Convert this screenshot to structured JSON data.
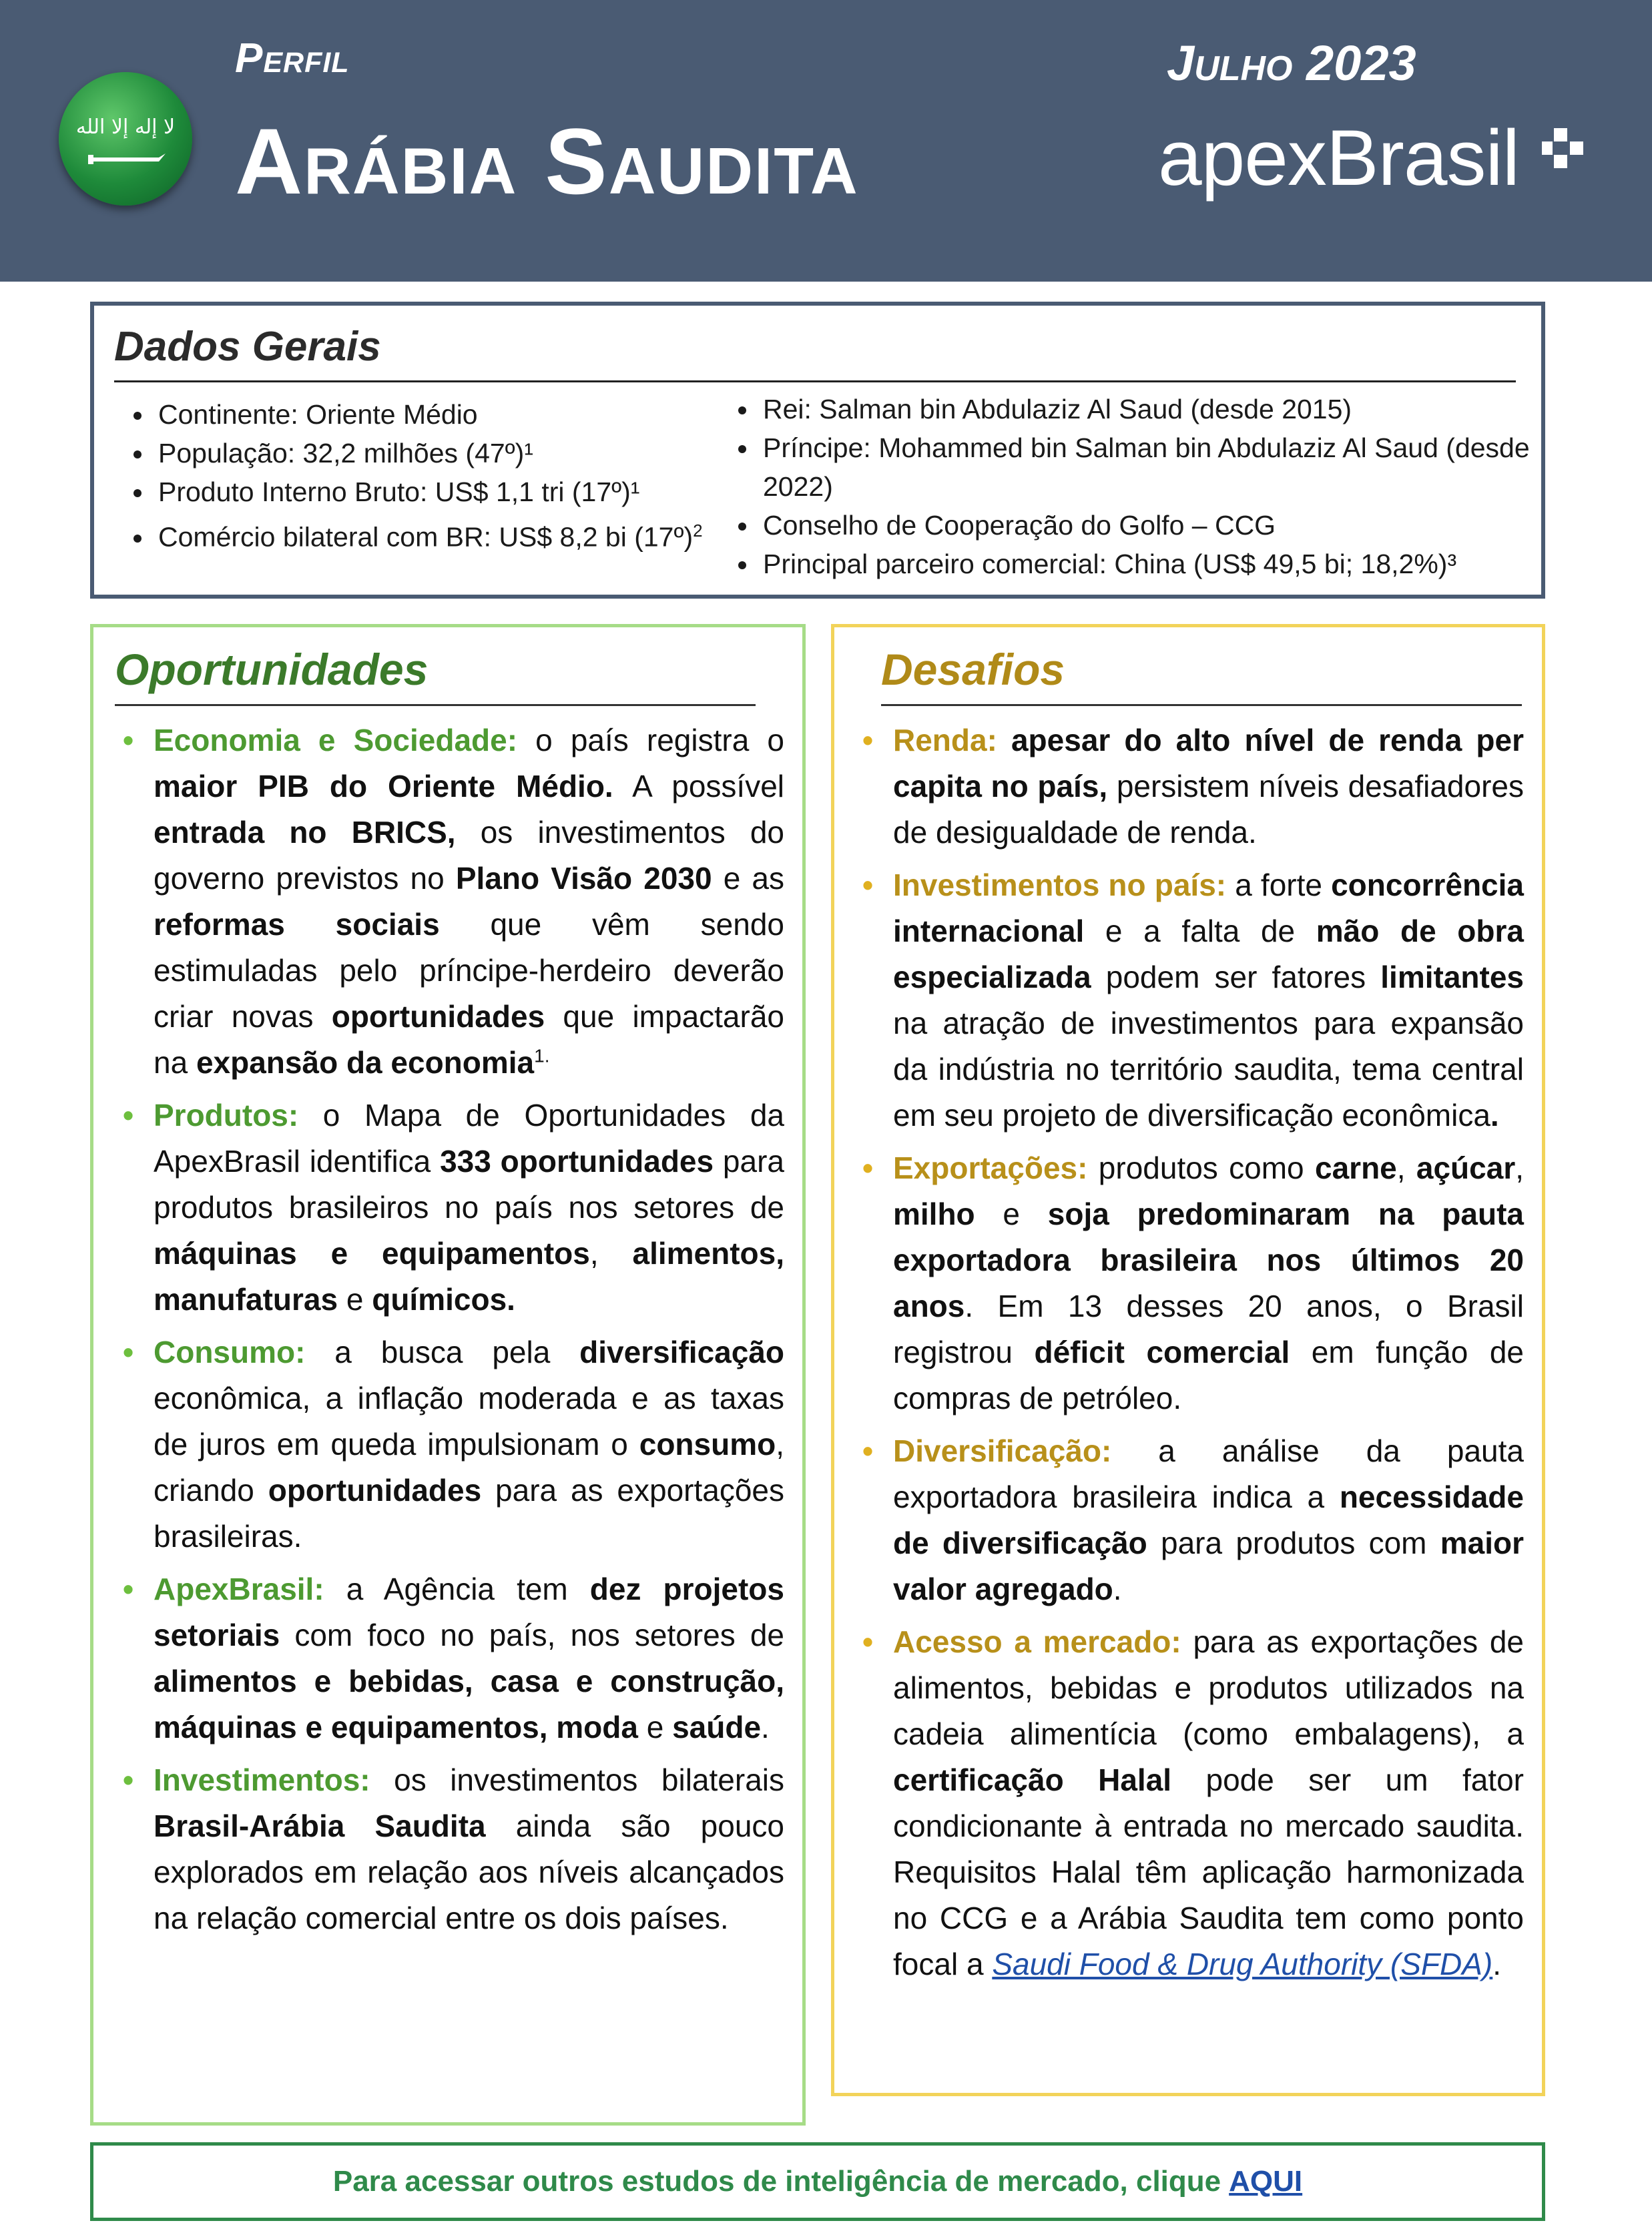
{
  "header": {
    "label": "Perfil",
    "country": "Arábia Saudita",
    "date": "Julho 2023",
    "logo_text": "apexBrasil",
    "flag_colors": {
      "green": "#1e8a3a",
      "white": "#ffffff"
    },
    "background": "#4a5b73"
  },
  "dados_gerais": {
    "title": "Dados Gerais",
    "col1": [
      {
        "text": "Continente: Oriente Médio"
      },
      {
        "text": "População: 32,2 milhões (47º)¹"
      },
      {
        "text": "Produto Interno Bruto: US$ 1,1 tri (17º)¹"
      },
      {
        "text": "Comércio bilateral com BR: US$ 8,2 bi (17º)",
        "sup": "2"
      }
    ],
    "col2": [
      {
        "text": "Rei: Salman bin Abdulaziz Al Saud (desde 2015)"
      },
      {
        "text": "Príncipe: Mohammed bin Salman bin Abdulaziz Al Saud (desde 2022)"
      },
      {
        "text": "Conselho de Cooperação do Golfo – CCG"
      },
      {
        "text": "Principal parceiro comercial: China (US$ 49,5 bi; 18,2%)³"
      }
    ]
  },
  "oportunidades": {
    "title": "Oportunidades",
    "items": [
      {
        "lead": "Economia e Sociedade:",
        "parts": [
          {
            "t": " o país registra o "
          },
          {
            "t": "maior PIB do Oriente Médio.",
            "b": true
          },
          {
            "t": " A possível "
          },
          {
            "t": "entrada no BRICS,",
            "b": true
          },
          {
            "t": " os investimentos do governo previstos no "
          },
          {
            "t": "Plano Visão 2030",
            "b": true
          },
          {
            "t": "  e as "
          },
          {
            "t": "reformas sociais",
            "b": true
          },
          {
            "t": " que vêm sendo estimuladas pelo príncipe-herdeiro deverão criar novas "
          },
          {
            "t": "oportunidades",
            "b": true
          },
          {
            "t": " que impactarão na "
          },
          {
            "t": "expansão da economia",
            "b": true
          },
          {
            "t": "1.",
            "sup": true
          }
        ]
      },
      {
        "lead": "Produtos:",
        "parts": [
          {
            "t": " o Mapa de Oportunidades da ApexBrasil identifica "
          },
          {
            "t": "333 oportunidades",
            "b": true
          },
          {
            "t": " para produtos brasileiros no país nos setores de "
          },
          {
            "t": "máquinas e equipamentos",
            "b": true
          },
          {
            "t": ", "
          },
          {
            "t": "alimentos, manufaturas",
            "b": true
          },
          {
            "t": " e "
          },
          {
            "t": "químicos.",
            "b": true
          }
        ]
      },
      {
        "lead": "Consumo:",
        "parts": [
          {
            "t": " a busca pela "
          },
          {
            "t": "diversificação",
            "b": true
          },
          {
            "t": " econômica, a inflação moderada e as taxas de juros em queda impulsionam o "
          },
          {
            "t": "consumo",
            "b": true
          },
          {
            "t": ", criando "
          },
          {
            "t": "oportunidades",
            "b": true
          },
          {
            "t": " para as exportações brasileiras."
          }
        ]
      },
      {
        "lead": "ApexBrasil:",
        "parts": [
          {
            "t": " a Agência tem "
          },
          {
            "t": "dez projetos setoriais",
            "b": true
          },
          {
            "t": " com foco no país, nos setores de "
          },
          {
            "t": "alimentos e bebidas, casa e construção, máquinas e equipamentos, moda",
            "b": true
          },
          {
            "t": " e "
          },
          {
            "t": "saúde",
            "b": true
          },
          {
            "t": "."
          }
        ]
      },
      {
        "lead": "Investimentos:",
        "parts": [
          {
            "t": " os investimentos bilaterais "
          },
          {
            "t": "Brasil-Arábia Saudita",
            "b": true
          },
          {
            "t": " ainda são pouco explorados em relação aos níveis alcançados na relação comercial entre os dois países."
          }
        ]
      }
    ]
  },
  "desafios": {
    "title": "Desafios",
    "items": [
      {
        "lead": "Renda:",
        "parts": [
          {
            "t": " "
          },
          {
            "t": "apesar do alto nível de renda per capita no país,",
            "b": true
          },
          {
            "t": " persistem níveis desafiadores de desigualdade de renda."
          }
        ]
      },
      {
        "lead": "Investimentos no país:",
        "parts": [
          {
            "t": " a forte "
          },
          {
            "t": "concorrência internacional",
            "b": true
          },
          {
            "t": " e a falta de "
          },
          {
            "t": "mão de obra especializada",
            "b": true
          },
          {
            "t": " podem ser fatores "
          },
          {
            "t": "limitantes",
            "b": true
          },
          {
            "t": " na atração de investimentos  para expansão da indústria no território saudita, tema central em seu projeto de diversificação econômica"
          },
          {
            "t": ".",
            "b": true
          }
        ]
      },
      {
        "lead": "Exportações:",
        "parts": [
          {
            "t": " produtos como "
          },
          {
            "t": "carne",
            "b": true
          },
          {
            "t": ", "
          },
          {
            "t": "açúcar",
            "b": true
          },
          {
            "t": ", "
          },
          {
            "t": "milho",
            "b": true
          },
          {
            "t": " e "
          },
          {
            "t": "soja predominaram na pauta exportadora brasileira nos últimos 20 anos",
            "b": true
          },
          {
            "t": ". Em 13 desses 20 anos, o Brasil registrou "
          },
          {
            "t": "déficit comercial",
            "b": true
          },
          {
            "t": " em função de compras de petróleo."
          }
        ]
      },
      {
        "lead": "Diversificação:",
        "parts": [
          {
            "t": " a análise da pauta exportadora brasileira indica a "
          },
          {
            "t": "necessidade de diversificação",
            "b": true
          },
          {
            "t": " para produtos com "
          },
          {
            "t": "maior valor agregado",
            "b": true
          },
          {
            "t": "."
          }
        ]
      },
      {
        "lead": "Acesso a mercado:",
        "parts": [
          {
            "t": " para as exportações de alimentos, bebidas e produtos utilizados na cadeia alimentícia (como embalagens), a "
          },
          {
            "t": "certificação Halal",
            "b": true
          },
          {
            "t": " pode ser um fator condicionante à entrada no mercado saudita. Requisitos Halal têm aplicação harmonizada no CCG e a Arábia Saudita tem como ponto focal a "
          },
          {
            "t": "Saudi Food & Drug Authority (SFDA)",
            "link": true
          },
          {
            "t": "."
          }
        ]
      }
    ]
  },
  "footer": {
    "text": "Para acessar outros estudos de inteligência de mercado, clique",
    "link_label": "AQUI"
  }
}
